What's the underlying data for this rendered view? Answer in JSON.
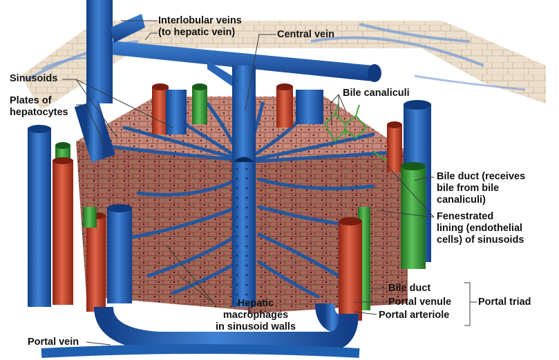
{
  "labels": {
    "interlobular_veins": [
      "Interlobular veins",
      "(to hepatic vein)"
    ],
    "central_vein": "Central vein",
    "sinusoids": "Sinusoids",
    "plates_of_hepatocytes": [
      "Plates of",
      "hepatocytes"
    ],
    "bile_canaliculi": "Bile canaliculi",
    "bile_duct_receives": [
      "Bile duct (receives",
      "bile from bile",
      "canaliculi)"
    ],
    "fenestrated_lining": [
      "Fenestrated",
      "lining (endothelial",
      "cells) of sinusoids"
    ],
    "bile_duct": "Bile duct",
    "portal_venule": "Portal venule",
    "portal_arteriole": "Portal arteriole",
    "portal_triad": "Portal triad",
    "hepatic_macrophages": [
      "Hepatic",
      "macrophages",
      "in sinusoid walls"
    ],
    "portal_vein": "Portal vein"
  },
  "colors": {
    "vein_blue": "#1f5fb0",
    "artery_red": "#c8452c",
    "bile_green": "#3a9a3a",
    "hepatocyte_pink": "#c98a7e",
    "background_tan": "#e9dcc8"
  }
}
